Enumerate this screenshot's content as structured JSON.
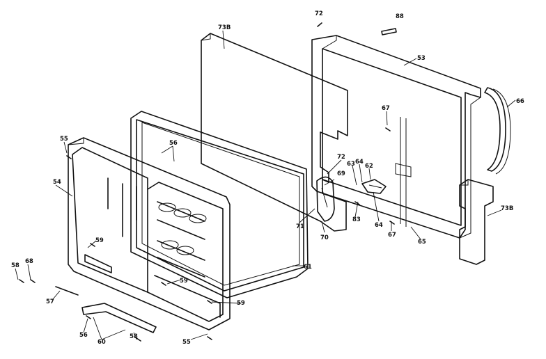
{
  "colors": {
    "line": "#111111",
    "foam": "#d6d6d6",
    "speckle": "#444444",
    "background": "#ffffff"
  },
  "part_numbers": [
    "72",
    "88",
    "73B",
    "53",
    "66",
    "67",
    "55",
    "56",
    "72",
    "63",
    "64",
    "62",
    "69",
    "54",
    "59",
    "71",
    "83",
    "64",
    "70",
    "67",
    "65",
    "73B",
    "58",
    "68",
    "59",
    "61",
    "57",
    "59",
    "56",
    "60",
    "58",
    "55"
  ]
}
